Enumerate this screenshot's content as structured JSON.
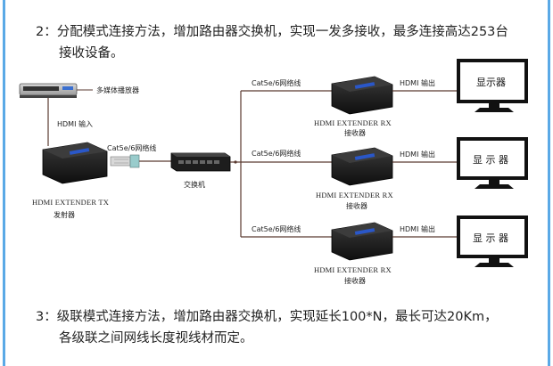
{
  "para2": {
    "line1": "2：分配模式连接方法，增加路由器交换机，实现一发多接收，最多连接高达253台",
    "line2": "接收设备。"
  },
  "para3": {
    "line1": "3：级联模式连接方法，增加路由器交换机，实现延长100*N，最长可达20Km，",
    "line2": "各级联之间网线长度视线材而定。"
  },
  "diagram": {
    "media_player": "多媒体播放器",
    "hdmi_in": "HDMI 输入",
    "cable_tx": "Cat5e/6网络线",
    "tx_name": "HDMI EXTENDER TX",
    "tx_sub": "发射器",
    "switch": "交换机",
    "rx": [
      {
        "cable": "Cat5e/6网络线",
        "name": "HDMI EXTENDER RX",
        "sub": "接收器",
        "hdmi_out": "HDMI 输出",
        "monitor": "显示器"
      },
      {
        "cable": "Cat5e/6网络线",
        "name": "HDMI EXTENDER RX",
        "sub": "接收器",
        "hdmi_out": "HDMI 输出",
        "monitor": "显 示 器"
      },
      {
        "cable": "Cat5e/6网络线",
        "name": "HDMI EXTENDER RX",
        "sub": "接收器",
        "hdmi_out": "HDMI 输出",
        "monitor": "显 示 器"
      }
    ]
  },
  "colors": {
    "frame": "#5aa9e6",
    "line": "#5a3a30",
    "device": "#1a1a1a",
    "monitor": "#111111"
  }
}
